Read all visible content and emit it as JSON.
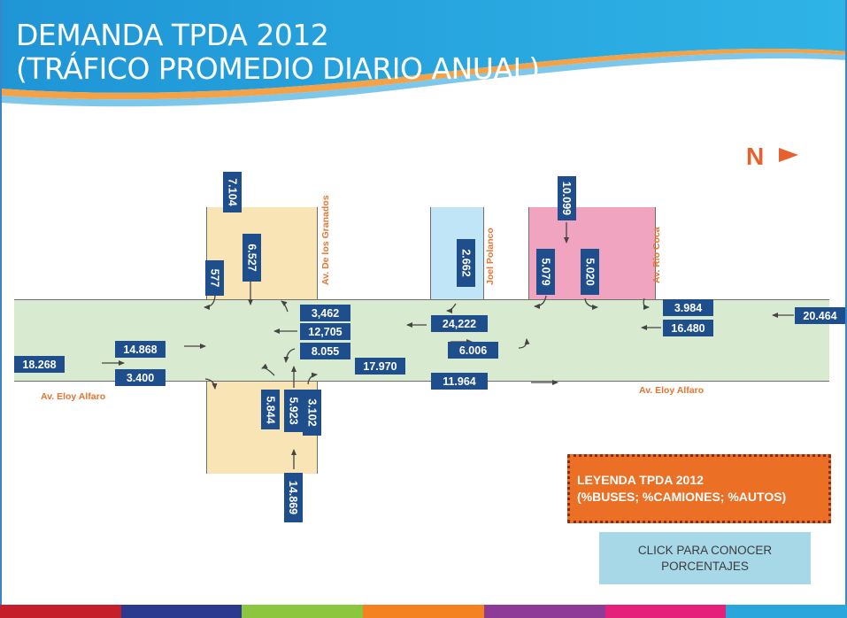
{
  "header": {
    "title_line1": "DEMANDA TPDA 2012",
    "title_line2": "(TRÁFICO PROMEDIO DIARIO ANUAL)"
  },
  "north_label": "N",
  "streets": {
    "granados": "Av. De los Granados",
    "polanco": "Joel Polanco",
    "rio_coca": "Av. Río Coca",
    "eloy_alfaro_left": "Av. Eloy Alfaro",
    "eloy_alfaro_right": "Av. Eloy Alfaro"
  },
  "volumes": {
    "g_north_in": "7.104",
    "g_north_through": "6.527",
    "g_north_turn": "577",
    "g_center_left": "3,462",
    "g_center_through": "12,705",
    "g_center_turn": "8.055",
    "west_in": "18.268",
    "west_through": "14.868",
    "west_right": "3.400",
    "g_south_a": "5.844",
    "g_south_b": "5.923",
    "g_south_c": "3.102",
    "g_south_in": "14.869",
    "mid_east": "17.970",
    "polanco_turn": "2.662",
    "mid_west": "24,222",
    "mid_eb_through": "6.006",
    "mid_eb_lower": "11.964",
    "rc_north_in": "10.099",
    "rc_left": "5.079",
    "rc_right": "5.020",
    "rc_east_a": "3.984",
    "rc_east_b": "16.480",
    "east_in": "20.464"
  },
  "legend": {
    "line1": "LEYENDA TPDA 2012",
    "line2": "(%BUSES; %CAMIONES; %AUTOS)"
  },
  "button": {
    "line1": "CLICK PARA CONOCER",
    "line2": "PORCENTAJES"
  },
  "colors": {
    "header_blue": "#2aa6dc",
    "road_green": "#d8ead0",
    "zone_yellow": "#f9e4b5",
    "zone_blue": "#bfe5f6",
    "zone_pink": "#f1a4c0",
    "label_navy": "#1f4e8c",
    "street_orange": "#e8742e",
    "legend_orange": "#eb6f24",
    "button_blue": "#a7d8e8"
  }
}
